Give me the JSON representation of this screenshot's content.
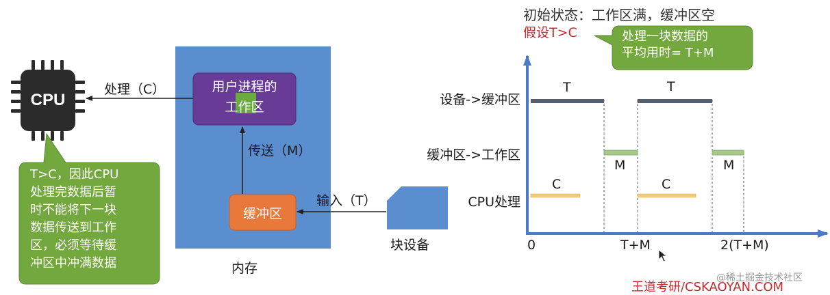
{
  "title": "初始状态：工作区满，缓冲区空",
  "assumption": "假设T>C",
  "callout_top": {
    "line1": "处理一块数据的",
    "line2": "平均用时= T+M"
  },
  "callout_left": {
    "line1": "T>C，因此CPU",
    "line2": "处理完数据后暂",
    "line3": "时不能将下一块",
    "line4": "数据传送到工作",
    "line5": "区，必须等待缓",
    "line6": "冲区中冲满数据"
  },
  "cpu_label": "CPU",
  "memory": {
    "caption": "内存",
    "work_area_line1": "用户进程的",
    "work_area_line2": "工作区",
    "buffer": "缓冲区",
    "transfer": "传送（M）"
  },
  "process_label": "处理（C）",
  "input_label": "输入（T）",
  "block_device": "块设备",
  "timeline": {
    "rows": [
      "设备->缓冲区",
      "缓冲区->工作区",
      "CPU处理"
    ],
    "ticks": [
      "0",
      "T+M",
      "2(T+M)"
    ],
    "bar_labels": {
      "t": "T",
      "m": "M",
      "c": "C"
    }
  },
  "colors": {
    "memory_blue": "#5b8ecf",
    "work_purple": "#673b96",
    "buffer_orange": "#e8793a",
    "callout_green": "#72a83e",
    "axis_blue": "#4a7bc4",
    "bar_dark": "#55606e",
    "bar_green": "#a6c98b",
    "bar_yellow": "#f0cf7e",
    "accent_red": "#d0292e"
  },
  "watermark": "王道考研/CSKAOYAN.COM",
  "watermark2": "@稀土掘金技术社区"
}
